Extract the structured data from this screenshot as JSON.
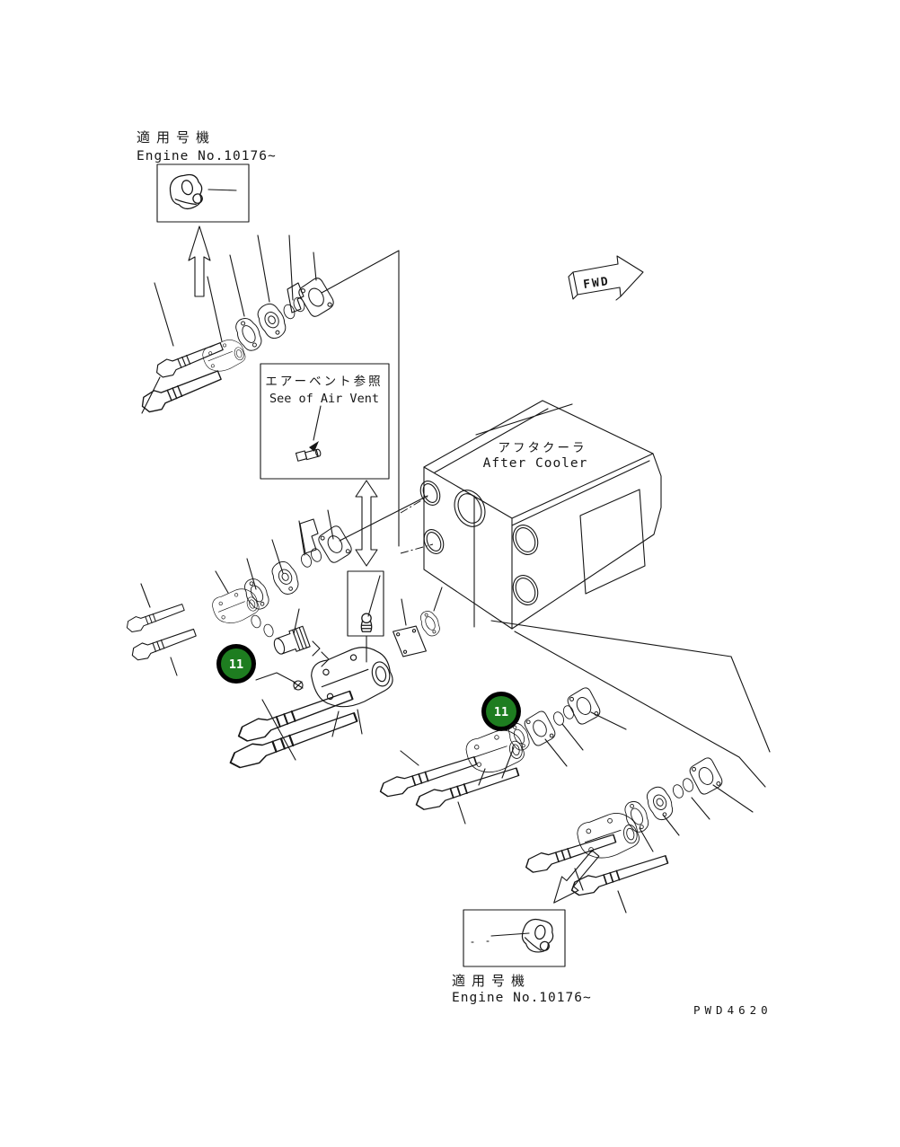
{
  "drawing": {
    "code": "PWD4620",
    "type_note": "exploded parts diagram - engine after cooler / water connection group"
  },
  "labels": {
    "top_engine": {
      "jp": "適用号機",
      "en": "Engine No.10176~"
    },
    "air_vent_note": {
      "jp": "エアーベント参照",
      "en": "See of Air Vent"
    },
    "after_cooler": {
      "jp": "アフタクーラ",
      "en": "After Cooler"
    },
    "fwd": "FWD",
    "bottom_engine": {
      "jp": "適用号機",
      "en": "Engine No.10176~"
    }
  },
  "callouts": [
    {
      "number": "11"
    },
    {
      "number": "11"
    }
  ],
  "colors": {
    "background": "#ffffff",
    "line": "#161616",
    "callout_fill": "#1e7d20",
    "callout_ring": "#000000",
    "callout_text": "#ffffff"
  }
}
